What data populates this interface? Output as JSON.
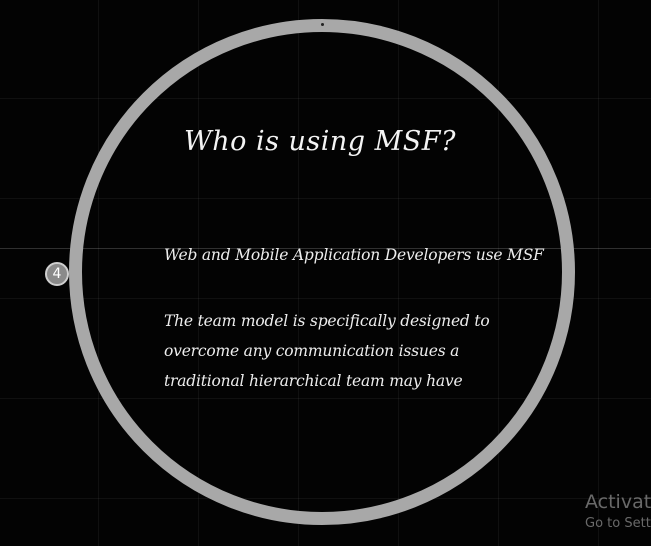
{
  "slide": {
    "step_number": "4",
    "title": "Who is using MSF?",
    "paragraph1": "Web and Mobile Application Developers use MSF",
    "paragraph2_lines": [
      "The team model is specifically designed to",
      "overcome any communication issues a",
      "traditional hierarchical team may have"
    ]
  },
  "watermark": {
    "title": "Activate",
    "subtitle": "Go to Sett"
  },
  "colors": {
    "background": "#030303",
    "ring": "#a8a8a8",
    "text": "#ededed",
    "badge": "#8a8a8a"
  }
}
